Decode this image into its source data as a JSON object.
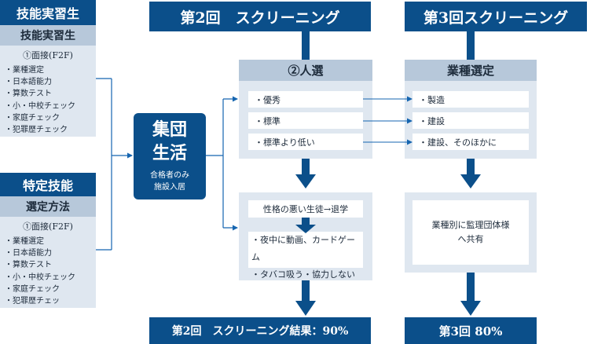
{
  "left_top": {
    "header": "技能実習生",
    "subheader": "技能実習生",
    "method": "①面接(F2F)",
    "items": [
      "・業種選定",
      "・日本語能力",
      "・算数テスト",
      "・小・中校チェック",
      "・家庭チェック",
      "・犯罪歴チェック"
    ]
  },
  "left_bottom": {
    "header": "特定技能",
    "subheader": "選定方法",
    "method": "①面接(F2F)",
    "items": [
      "・業種選定",
      "・日本語能力",
      "・算数テスト",
      "・小・中校チェック",
      "・家庭チェック",
      "・犯罪歴チェッ"
    ]
  },
  "center": {
    "title_line1": "集団",
    "title_line2": "生活",
    "sub_line1": "合格者のみ",
    "sub_line2": "施設入居"
  },
  "col2": {
    "header": "第2回　スクリーニング",
    "panel_title": "②人選",
    "levels": [
      "・優秀",
      "・標準",
      "・標準より低い"
    ],
    "bad_title": "性格の悪い生徒→退学",
    "bad_items": [
      "・夜中に動画、カードゲーム",
      "・タバコ吸う・協力しない"
    ],
    "result": "第2回　スクリーニング結果：90%"
  },
  "col3": {
    "header": "第3回スクリーニング",
    "panel_title": "業種選定",
    "industries": [
      "・製造",
      "・建設",
      "・建設、そのほかに"
    ],
    "share_line1": "業種別に監理団体様",
    "share_line2": "へ共有",
    "result": "第3回 80%"
  },
  "colors": {
    "navy": "#0b4f8a",
    "pale": "#dfe7f0",
    "mid": "#b7c8da",
    "arrow": "#1565b0"
  }
}
